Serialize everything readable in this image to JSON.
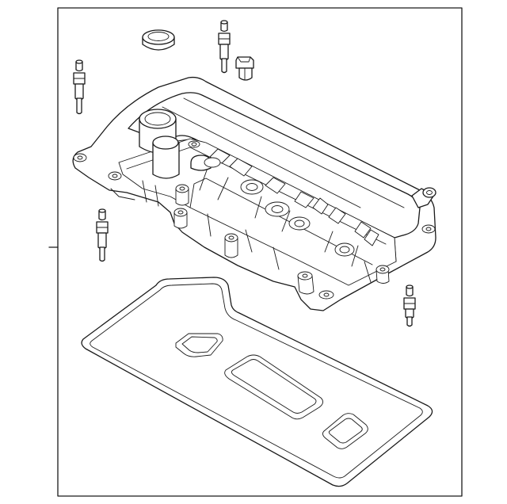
{
  "diagram": {
    "parts": [
      {
        "id": "valve-cover",
        "kind": "main-assembly"
      },
      {
        "id": "cover-gasket",
        "kind": "gasket"
      },
      {
        "id": "oil-filler-seal-ring",
        "kind": "seal"
      },
      {
        "id": "oil-filler-cap",
        "kind": "cap"
      },
      {
        "id": "stud-bolt",
        "kind": "fastener",
        "count": 4
      },
      {
        "id": "breather-fitting",
        "kind": "fitting"
      }
    ],
    "colors": {
      "line": "#1a1a1a",
      "background": "#ffffff",
      "fill": "#ffffff"
    }
  }
}
